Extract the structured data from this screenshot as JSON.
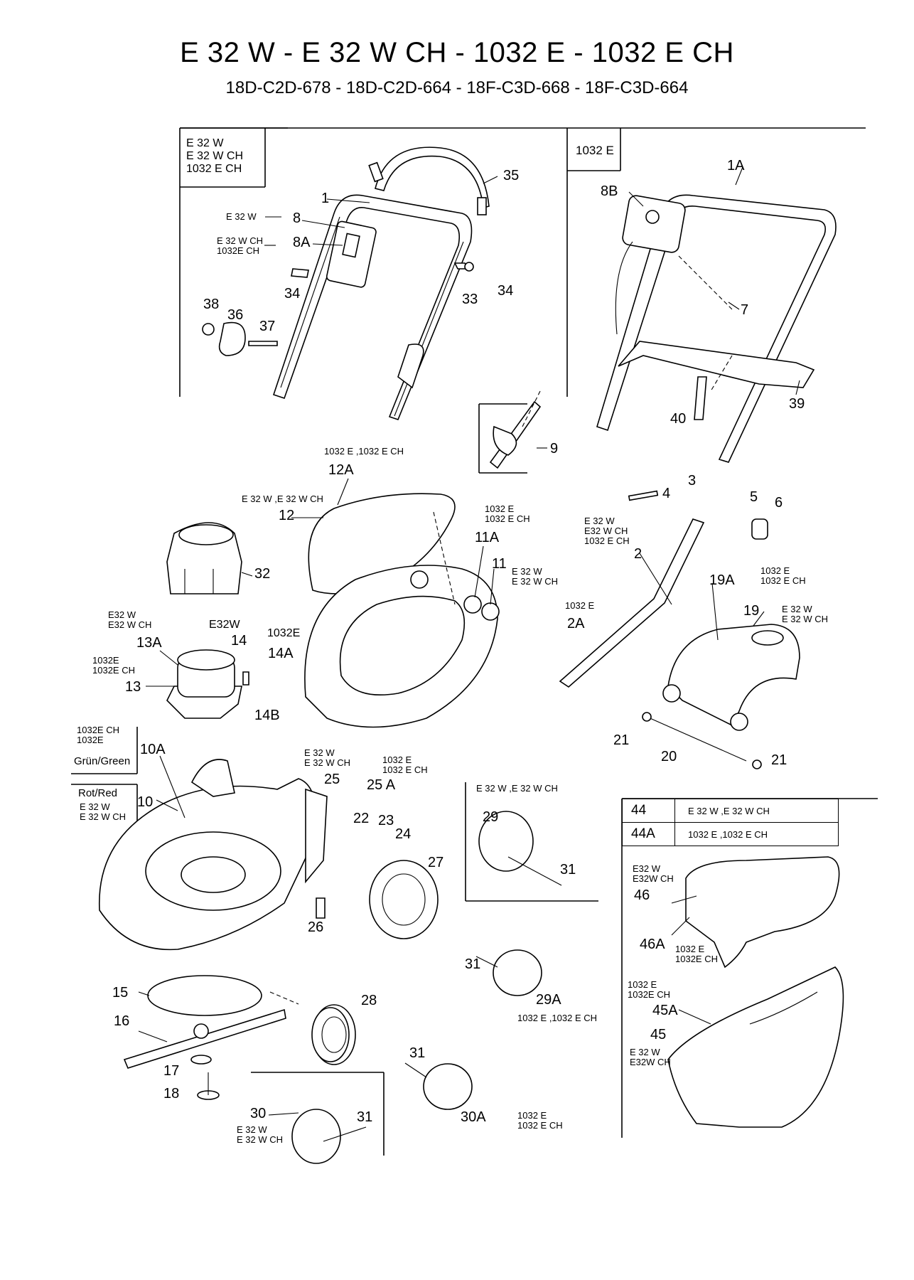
{
  "title": "E 32 W  - E 32 W CH  - 1032 E  - 1032 E CH",
  "subtitle": "18D-C2D-678 - 18D-C2D-664  -  18F-C3D-668  -  18F-C3D-664",
  "panels": {
    "left_header": [
      "E 32 W",
      "E 32 W CH",
      "1032  E CH"
    ],
    "right_header": "1032 E"
  },
  "callouts": {
    "p1": "1",
    "p35": "35",
    "p8": "8",
    "p8A": "8A",
    "p34a": "34",
    "p33": "33",
    "p34b": "34",
    "p38": "38",
    "p36": "36",
    "p37": "37",
    "p8B": "8B",
    "p1A": "1A",
    "p7": "7",
    "p39": "39",
    "p40": "40",
    "p9": "9",
    "p12A": "12A",
    "p12": "12",
    "p11A": "11A",
    "p11": "11",
    "p32": "32",
    "p13A": "13A",
    "p13": "13",
    "p14": "14",
    "p14A": "14A",
    "p14B": "14B",
    "p3": "3",
    "p4": "4",
    "p5": "5",
    "p6": "6",
    "p2": "2",
    "p2A": "2A",
    "p19A": "19A",
    "p19": "19",
    "p21a": "21",
    "p20": "20",
    "p21b": "21",
    "p10A": "10A",
    "p10": "10",
    "p25": "25",
    "p25A": "25 A",
    "p22": "22",
    "p23": "23",
    "p24": "24",
    "p27": "27",
    "p26": "26",
    "p29": "29",
    "p31a": "31",
    "p15": "15",
    "p28": "28",
    "p31b": "31",
    "p29A": "29A",
    "p16": "16",
    "p17": "17",
    "p18": "18",
    "p31c": "31",
    "p30": "30",
    "p31d": "31",
    "p30A": "30A",
    "p46": "46",
    "p46A": "46A",
    "p45A": "45A",
    "p45": "45"
  },
  "small_labels": {
    "e32w_8": "E 32 W",
    "e32wch_8a": [
      "E 32 W CH",
      "1032E CH"
    ],
    "lbl_12A": "1032 E  ,1032 E CH",
    "lbl_12": "E 32 W  ,E 32 W CH",
    "lbl_11A": [
      "1032 E",
      "1032 E CH"
    ],
    "lbl_11": [
      "E 32 W",
      "E 32 W CH"
    ],
    "lbl_2": [
      "E 32 W",
      "E32 W CH",
      "1032 E CH"
    ],
    "lbl_2A": "1032 E",
    "lbl_19A": [
      "1032 E",
      "1032 E CH"
    ],
    "lbl_19": [
      "E 32 W",
      "E 32 W CH"
    ],
    "lbl_13": [
      "E32 W",
      "E32 W CH"
    ],
    "lbl_14": "E32W",
    "lbl_14A": "1032E",
    "lbl_13A": [
      "1032E",
      "1032E CH"
    ],
    "lbl_wire1": [
      "1032E CH",
      "1032E"
    ],
    "lbl_green": "Grün/Green",
    "lbl_red": "Rot/Red",
    "lbl_red_models": [
      "E 32 W",
      "E 32 W CH"
    ],
    "lbl_25": [
      "E 32 W",
      "E 32 W CH"
    ],
    "lbl_25A": [
      "1032 E",
      "1032 E CH"
    ],
    "lbl_29": "E 32 W  ,E 32 W CH",
    "lbl_29A": "1032 E  ,1032 E CH",
    "lbl_30": [
      "E 32 W",
      "E 32 W CH"
    ],
    "lbl_30A": [
      "1032 E",
      "1032 E CH"
    ],
    "lbl_46": [
      "E32 W",
      "E32W CH"
    ],
    "lbl_46A": [
      "1032 E",
      "1032E CH"
    ],
    "lbl_45A": [
      "1032 E",
      "1032E CH"
    ],
    "lbl_45": [
      "E 32 W",
      "E32W CH"
    ]
  },
  "variant_table": [
    {
      "part": "44",
      "models": "E 32 W  ,E 32 W CH"
    },
    {
      "part": "44A",
      "models": "1032 E  ,1032 E CH"
    }
  ]
}
